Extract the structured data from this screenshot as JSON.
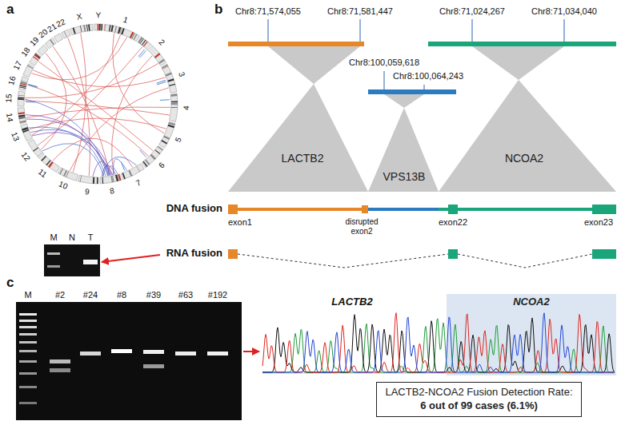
{
  "diagram": {
    "nodes": [
      {
        "text": [
          "LACTB2"
        ]
      },
      {
        "text": [
          "VPS13B"
        ]
      },
      {
        "text": [
          "NCOA2"
        ]
      },
      {
        "text": [
          "NCOA2"
        ]
      },
      {
        "text": [
          "LACTB2-NCOA2 Fusion Detection Rate:",
          "6 out of 99 cases (6.1%)"
        ]
      }
    ],
    "labels": [
      "a",
      "1",
      "2",
      "3",
      "4",
      "5",
      "6",
      "7",
      "8",
      "9",
      "10",
      "11",
      "12",
      "13",
      "14",
      "15",
      "16",
      "17",
      "18",
      "19",
      "20",
      "21",
      "22",
      "X",
      "Y",
      "b",
      "Chr8:71,574,055",
      "Chr8:71,581,447",
      "Chr8:71,024,267",
      "Chr8:71,034,040",
      "Chr8:100,059,618",
      "Chr8:100,064,243",
      "DNA fusion",
      "exon1",
      "disrupted exon2",
      "exon22",
      "exon23",
      "RNA fusion",
      "M",
      "N",
      "T",
      "c",
      "M",
      "#2",
      "#24",
      "#8",
      "#39",
      "#63",
      "#192",
      "LACTB2"
    ]
  }
}
